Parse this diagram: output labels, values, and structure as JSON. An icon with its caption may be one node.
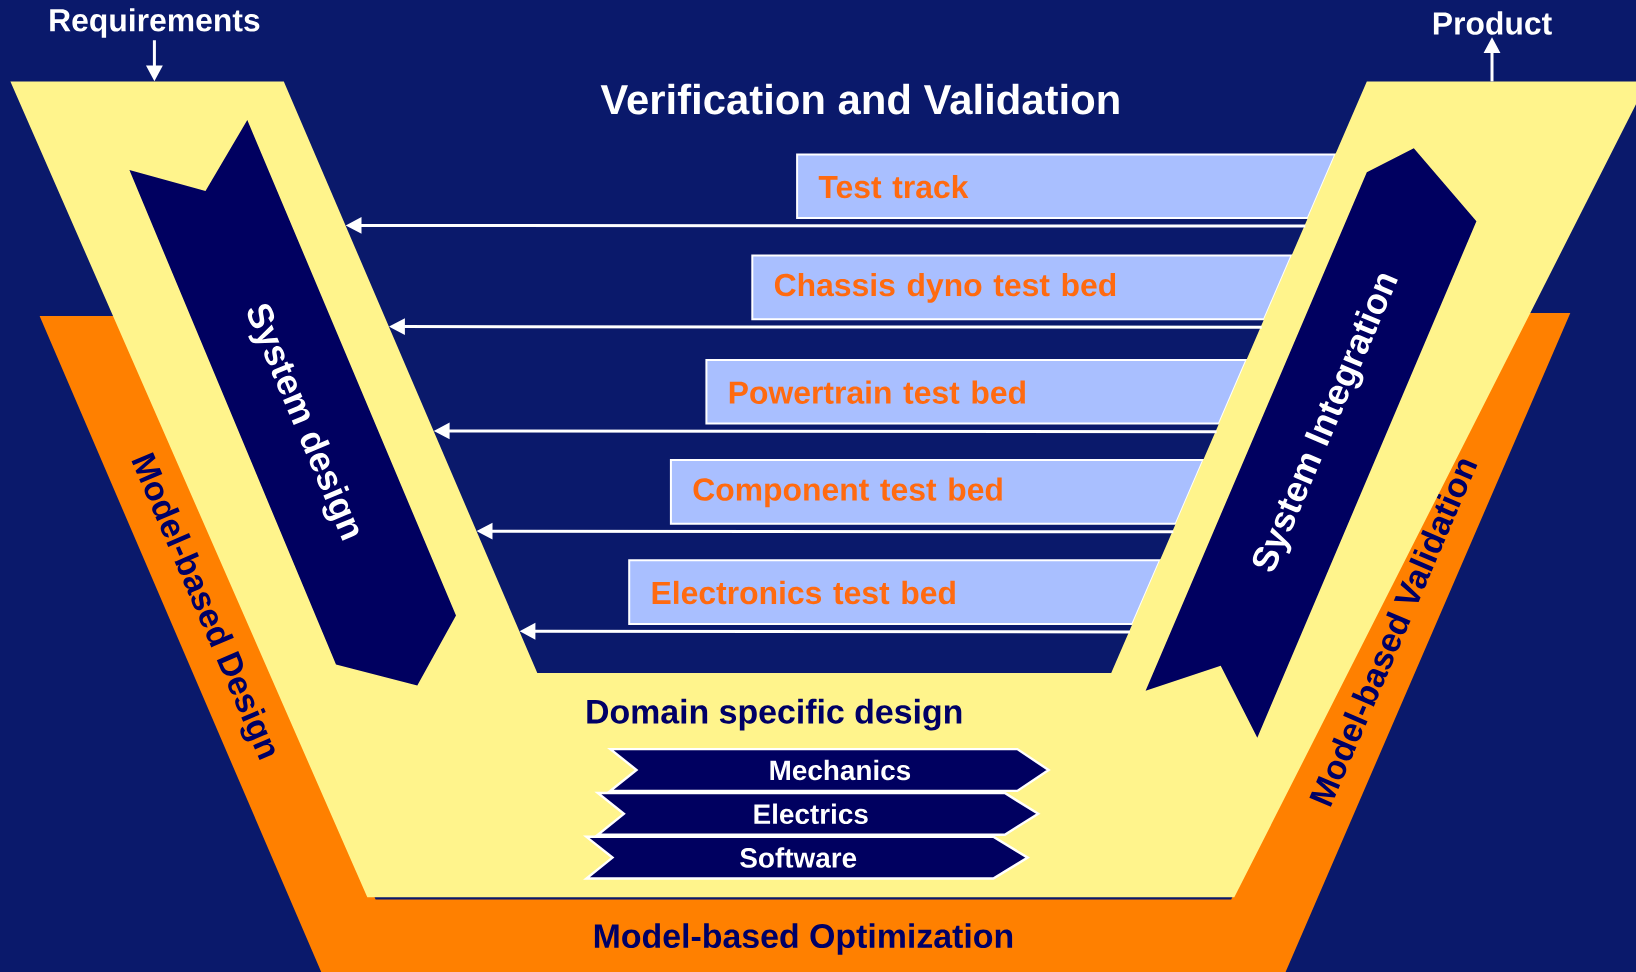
{
  "diagram": {
    "nodes": [
      {
        "text": [
          "Requirements"
        ]
      },
      {
        "text": [
          "Product"
        ]
      },
      {
        "text": [
          "Model-based Design",
          "Model-based Validation",
          "Model-based Optimization"
        ]
      },
      {
        "text": [
          "Domain specific design"
        ]
      },
      {
        "text": [
          "System design"
        ],
        "in": 3
      },
      {
        "text": [
          "Test track"
        ]
      },
      {
        "text": [
          "Chassis dyno test bed"
        ]
      },
      {
        "text": [
          "Powertrain test bed"
        ]
      },
      {
        "text": [
          "Component test bed"
        ]
      },
      {
        "text": [
          "Electronics test bed"
        ]
      },
      {
        "text": [
          "System Integration"
        ],
        "in": 3
      },
      {
        "text": [
          "Mechanics"
        ],
        "in": 3
      },
      {
        "text": [
          "Electrics"
        ],
        "in": 3
      },
      {
        "text": [
          "Software"
        ],
        "in": 3
      }
    ],
    "edges": [
      {
        "from": 0,
        "to": 3,
        "arrow": "to"
      },
      {
        "from": 3,
        "to": 1,
        "arrow": "to"
      },
      {
        "from": 5,
        "to": 3,
        "arrow": "to"
      },
      {
        "from": 6,
        "to": 3,
        "arrow": "to"
      },
      {
        "from": 7,
        "to": 3,
        "arrow": "to"
      },
      {
        "from": 8,
        "to": 3,
        "arrow": "to"
      },
      {
        "from": 9,
        "to": 3,
        "arrow": "to"
      }
    ],
    "labels": [
      "Verification and Validation"
    ]
  }
}
